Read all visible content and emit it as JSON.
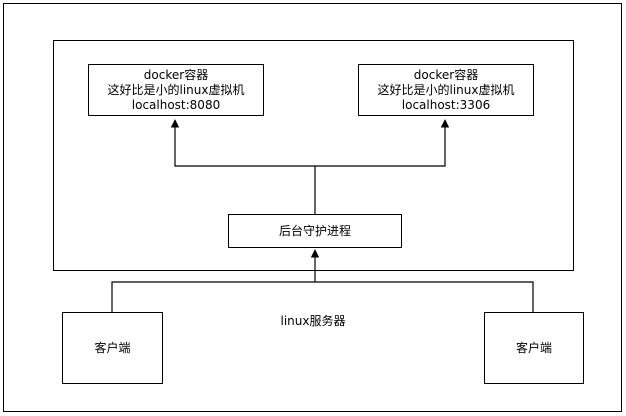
{
  "nodes": {
    "container_left": {
      "line1": "docker容器",
      "line2": "这好比是小的linux虚拟机",
      "line3": "localhost:8080"
    },
    "container_right": {
      "line1": "docker容器",
      "line2": "这好比是小的linux虚拟机",
      "line3": "localhost:3306"
    },
    "daemon": {
      "label": "后台守护进程"
    },
    "server": {
      "label": "linux服务器"
    },
    "client_left": {
      "label": "客户端"
    },
    "client_right": {
      "label": "客户端"
    }
  },
  "colors": {
    "stroke": "#000000",
    "fill": "#ffffff"
  }
}
